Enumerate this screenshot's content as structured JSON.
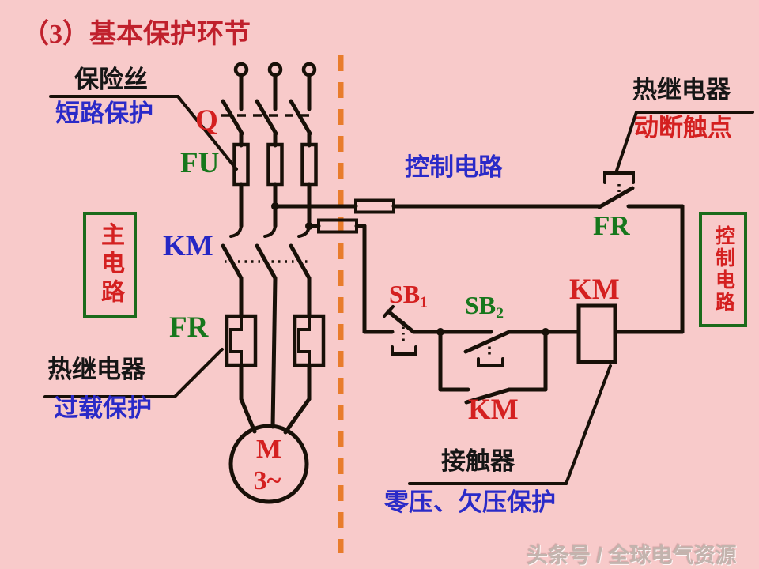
{
  "title": "（3）基本保护环节",
  "main": {
    "fuse_label": "保险丝",
    "short_circuit": "短路保护",
    "q": "Q",
    "fu": "FU",
    "km": "KM",
    "fr": "FR",
    "thermal_relay": "热继电器",
    "overload": "过载保护",
    "box_label": "主电路",
    "motor_ref": "M",
    "motor_phase": "3~"
  },
  "control": {
    "label": "控制电路",
    "thermal_relay": "热继电器",
    "nc_contact": "动断触点",
    "fr": "FR",
    "box_label": "控制电路",
    "sb1_base": "SB",
    "sb1_sub": "1",
    "sb2_base": "SB",
    "sb2_sub": "2",
    "km_coil": "KM",
    "km_aux": "KM",
    "contactor": "接触器",
    "voltage_protection": "零压、欠压保护"
  },
  "watermark": "头条号 / 全球电气资源",
  "colors": {
    "background": "#f8caca",
    "wire": "#181008",
    "title_red": "#c0202c",
    "label_red": "#d42020",
    "label_blue": "#2a2ac8",
    "label_green": "#17771c",
    "box_border_green": "#1b6b1b",
    "separator_orange": "#e87c2c"
  }
}
